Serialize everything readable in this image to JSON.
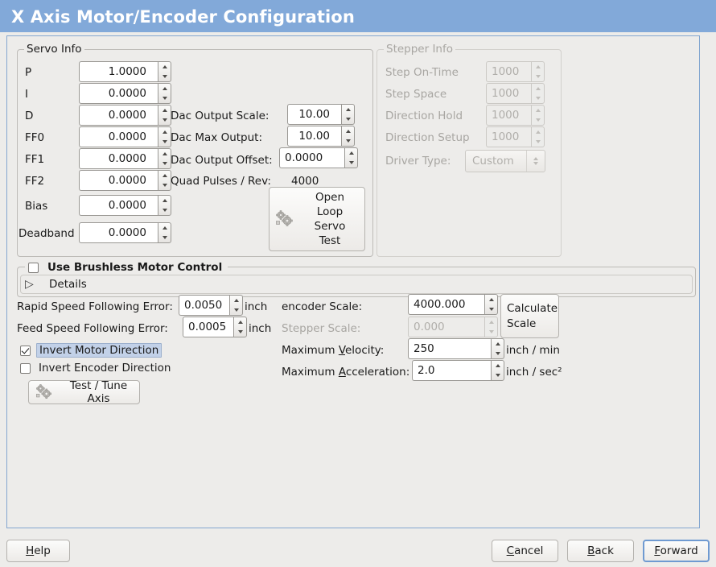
{
  "window": {
    "title": "X Axis Motor/Encoder Configuration",
    "title_bg": "#82a9d9",
    "title_fg": "#ffffff",
    "bg": "#edecea",
    "frame_border": "#83a6d0"
  },
  "servo_info": {
    "legend": "Servo Info",
    "fields": [
      {
        "label": "P",
        "value": "1.0000",
        "enabled": true
      },
      {
        "label": "I",
        "value": "0.0000",
        "enabled": true
      },
      {
        "label": "D",
        "value": "0.0000",
        "enabled": true
      },
      {
        "label": "FF0",
        "value": "0.0000",
        "enabled": true
      },
      {
        "label": "FF1",
        "value": "0.0000",
        "enabled": true
      },
      {
        "label": "FF2",
        "value": "0.0000",
        "enabled": true
      },
      {
        "label": "Bias",
        "value": "0.0000",
        "enabled": true
      },
      {
        "label": "Deadband",
        "value": "0.0000",
        "enabled": true
      }
    ],
    "dac": [
      {
        "label": "Dac Output Scale:",
        "value": "10.00"
      },
      {
        "label": "Dac Max Output:",
        "value": "10.00"
      },
      {
        "label": "Dac Output Offset:",
        "value": "0.0000"
      }
    ],
    "quad_pulses_label": "Quad Pulses / Rev:",
    "quad_pulses_value": "4000",
    "open_loop_button": {
      "line1": "Open",
      "line2": "Loop",
      "line3": "Servo",
      "line4": "Test",
      "icon": "gears-icon"
    }
  },
  "stepper_info": {
    "legend": "Stepper Info",
    "enabled": false,
    "fields": [
      {
        "label": "Step On-Time",
        "value": "1000"
      },
      {
        "label": "Step Space",
        "value": "1000"
      },
      {
        "label": "Direction Hold",
        "value": "1000"
      },
      {
        "label": "Direction Setup",
        "value": "1000"
      }
    ],
    "driver_type_label": "Driver Type:",
    "driver_type_value": "Custom"
  },
  "brushless": {
    "checkbox_label": "Use Brushless Motor Control",
    "checked": false,
    "details_label": "Details",
    "details_expanded": false
  },
  "following_error": {
    "rapid_label": "Rapid Speed Following Error:",
    "rapid_value": "0.0050",
    "rapid_unit": "inch",
    "feed_label": "Feed Speed Following Error:",
    "feed_value": "0.0005",
    "feed_unit": "inch"
  },
  "invert": {
    "motor_label": "Invert Motor Direction",
    "motor_checked": true,
    "motor_focused": true,
    "encoder_label": "Invert Encoder Direction",
    "encoder_checked": false
  },
  "test_tune_button": {
    "label": "Test / Tune Axis",
    "icon": "gears-icon"
  },
  "scales": {
    "encoder_scale_label": "encoder Scale:",
    "encoder_scale_value": "4000.000",
    "stepper_scale_label": "Stepper Scale:",
    "stepper_scale_value": "0.000",
    "stepper_scale_enabled": false,
    "calculate_button_line1": "Calculate",
    "calculate_button_line2": "Scale",
    "max_velocity_label_pre": "Maximum ",
    "max_velocity_label_mn": "V",
    "max_velocity_label_post": "elocity:",
    "max_velocity_value": "250",
    "max_velocity_unit": "inch / min",
    "max_accel_label_pre": "Maximum ",
    "max_accel_label_mn": "A",
    "max_accel_label_post": "cceleration:",
    "max_accel_value": "2.0",
    "max_accel_unit": "inch / sec²"
  },
  "footer": {
    "help_pre": "",
    "help_mn": "H",
    "help_post": "elp",
    "cancel_mn": "C",
    "cancel_post": "ancel",
    "back_mn": "B",
    "back_post": "ack",
    "forward_mn": "F",
    "forward_post": "orward",
    "forward_focused": true
  }
}
